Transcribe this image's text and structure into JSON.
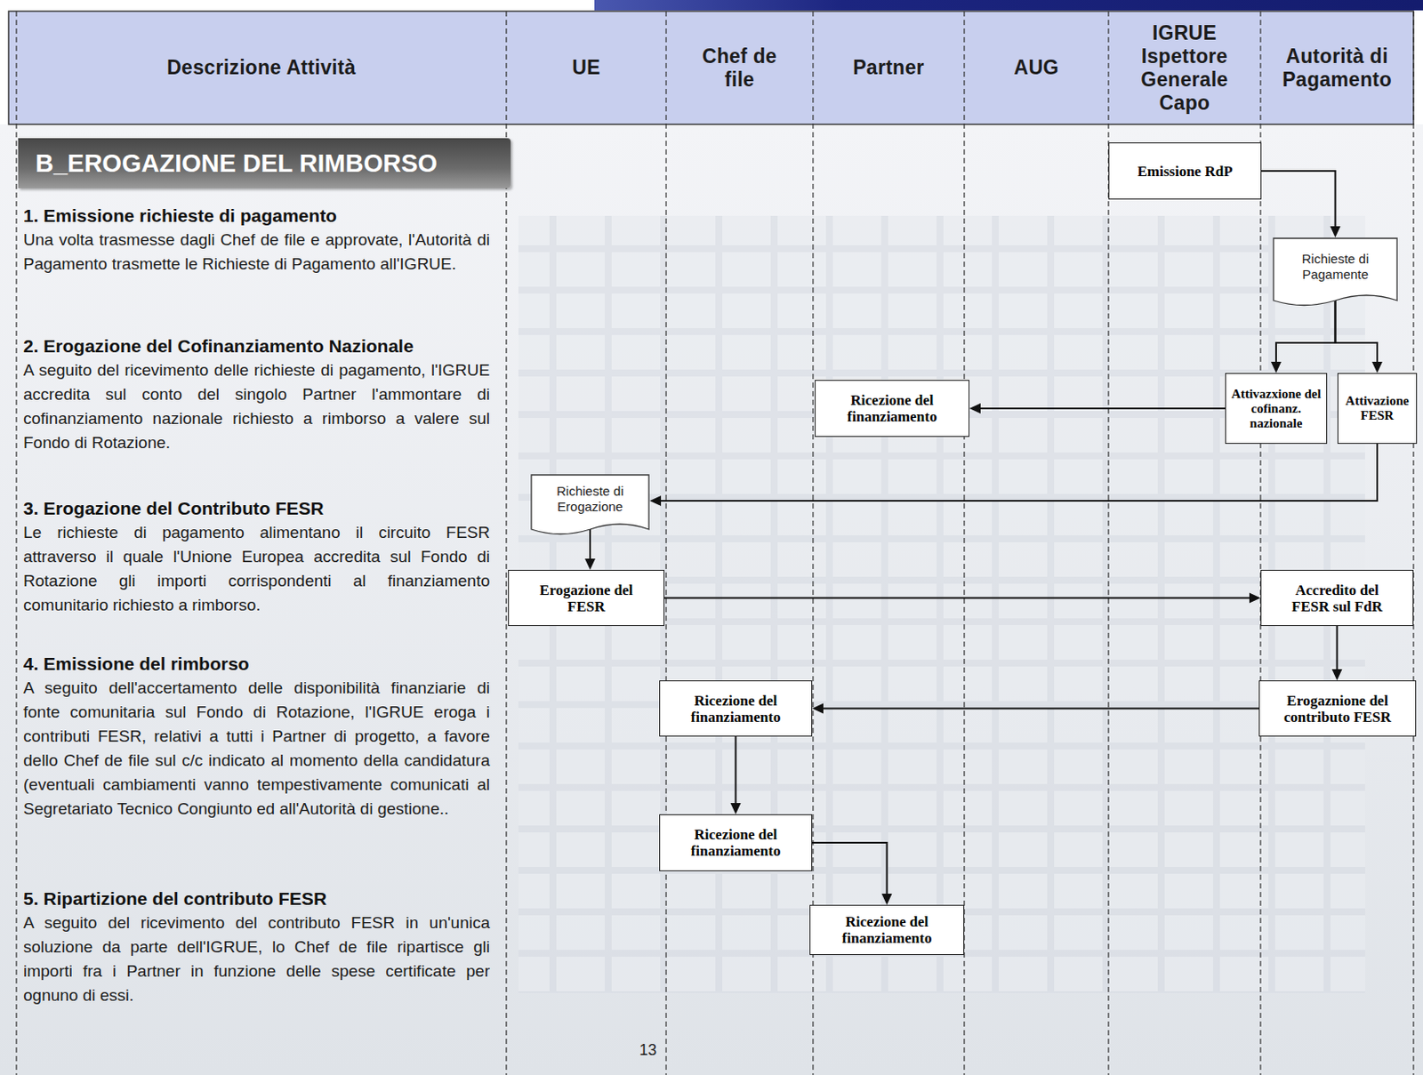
{
  "diagram": {
    "title": "B_EROGAZIONE DEL RIMBORSO",
    "nodes": [
      {
        "text": [
          "Emissione RdP"
        ]
      },
      {
        "text": [
          "Richieste di Pagamente"
        ]
      },
      {
        "text": [
          "Ricezione del finanziamento"
        ]
      },
      {
        "text": [
          "Attivazxione del cofinanz. nazionale"
        ]
      },
      {
        "text": [
          "Attivazione FESR"
        ]
      },
      {
        "text": [
          "Richieste di Erogazione"
        ]
      },
      {
        "text": [
          "Erogazione del FESR"
        ]
      },
      {
        "text": [
          "Accredito del FESR sul FdR"
        ]
      },
      {
        "text": [
          "Ricezione del finanziamento"
        ]
      },
      {
        "text": [
          "Erogaznione del contributo FESR"
        ]
      },
      {
        "text": [
          "Ricezione del finanziamento"
        ]
      },
      {
        "text": [
          "Ricezione del finanziamento"
        ]
      }
    ],
    "edges": [
      {
        "from": 0,
        "to": 1,
        "arrow": "to"
      },
      {
        "from": 1,
        "to": 3,
        "arrow": "to"
      },
      {
        "from": 1,
        "to": 4,
        "arrow": "to"
      },
      {
        "from": 3,
        "to": 2,
        "arrow": "to"
      },
      {
        "from": 4,
        "to": 5,
        "arrow": "to"
      },
      {
        "from": 5,
        "to": 6,
        "arrow": "to"
      },
      {
        "from": 6,
        "to": 7,
        "arrow": "to"
      },
      {
        "from": 7,
        "to": 9,
        "arrow": "to"
      },
      {
        "from": 9,
        "to": 8,
        "arrow": "to"
      },
      {
        "from": 8,
        "to": 10,
        "arrow": "to"
      },
      {
        "from": 10,
        "to": 11,
        "arrow": "to"
      }
    ],
    "labels": [
      "Descrizione Attività",
      "UE",
      "Chef de file",
      "Partner",
      "AUG",
      "IGRUE Ispettore Generale Capo",
      "Autorità di Pagamento",
      "1. Emissione richieste di pagamento",
      "Una volta trasmesse dagli Chef de file e approvate, l'Autorità di Pagamento trasmette le Richieste di Pagamento all'IGRUE.",
      "2. Erogazione del Cofinanziamento Nazionale",
      "A seguito del ricevimento delle richieste di pagamento, l'IGRUE accredita sul conto del singolo Partner l'ammontare di cofinanziamento nazionale richiesto a rimborso a valere sul Fondo di Rotazione.",
      "3. Erogazione del Contributo FESR",
      "Le richieste di pagamento alimentano il circuito FESR attraverso il quale l'Unione Europea accredita sul Fondo di Rotazione gli importi corrispondenti al finanziamento comunitario richiesto a rimborso.",
      "4. Emissione del rimborso",
      "A seguito dell'accertamento delle disponibilità finanziarie di fonte comunitaria sul Fondo di Rotazione, l'IGRUE eroga i contributi FESR, relativi a tutti i Partner di progetto, a favore dello Chef de file sul c/c indicato al momento della candidatura (eventuali cambiamenti vanno tempestivamente comunicati al Segretariato Tecnico Congiunto ed all'Autorità di gestione..",
      "5. Ripartizione del contributo FESR",
      "A seguito del ricevimento del contributo FESR in un'unica soluzione da parte dell'IGRUE, lo Chef de file ripartisce gli importi fra i Partner in funzione delle spese certificate per ognuno di essi.",
      "13"
    ]
  }
}
